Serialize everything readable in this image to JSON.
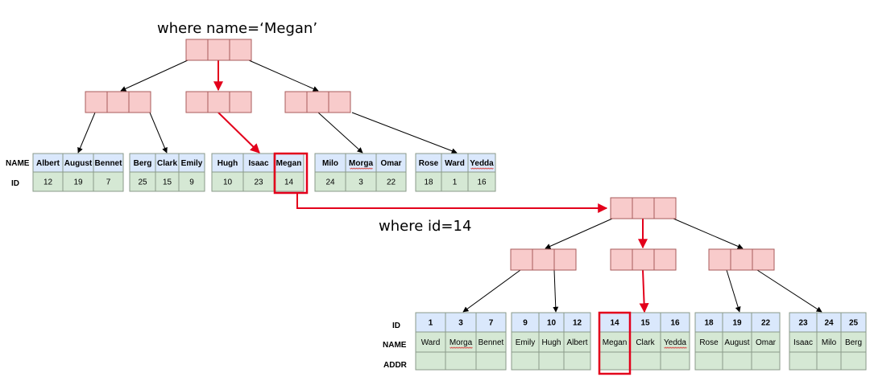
{
  "titles": {
    "query_name": "where name=‘Megan’",
    "query_id": "where id=14"
  },
  "colors": {
    "node_fill": "#f8cbcb",
    "node_stroke": "#a85b5b",
    "header_fill": "#dae8fc",
    "value_fill": "#d5e8d4",
    "cell_stroke": "#8a9a8a",
    "arrow_black": "#000000",
    "arrow_red": "#e3001b",
    "highlight": "#e3001b"
  },
  "index_tree": {
    "row_labels": [
      "NAME",
      "ID"
    ],
    "leaves": [
      {
        "names": [
          "Albert",
          "August",
          "Bennet"
        ],
        "ids": [
          "12",
          "19",
          "7"
        ]
      },
      {
        "names": [
          "Berg",
          "Clark",
          "Emily"
        ],
        "ids": [
          "25",
          "15",
          "9"
        ]
      },
      {
        "names": [
          "Hugh",
          "Isaac",
          "Megan"
        ],
        "ids": [
          "10",
          "23",
          "14"
        ]
      },
      {
        "names": [
          "Milo",
          "Morga",
          "Omar"
        ],
        "ids": [
          "24",
          "3",
          "22"
        ]
      },
      {
        "names": [
          "Rose",
          "Ward",
          "Yedda"
        ],
        "ids": [
          "18",
          "1",
          "16"
        ]
      }
    ],
    "highlight": {
      "leaf": 2,
      "cell": 2
    }
  },
  "primary_tree": {
    "row_labels": [
      "ID",
      "NAME",
      "ADDR"
    ],
    "leaves": [
      {
        "ids": [
          "1",
          "3",
          "7"
        ],
        "names": [
          "Ward",
          "Morga",
          "Bennet"
        ],
        "addrs": [
          "",
          "",
          ""
        ]
      },
      {
        "ids": [
          "9",
          "10",
          "12"
        ],
        "names": [
          "Emily",
          "Hugh",
          "Albert"
        ],
        "addrs": [
          "",
          "",
          ""
        ]
      },
      {
        "ids": [
          "14",
          "15",
          "16"
        ],
        "names": [
          "Megan",
          "Clark",
          "Yedda"
        ],
        "addrs": [
          "",
          "",
          ""
        ]
      },
      {
        "ids": [
          "18",
          "19",
          "22"
        ],
        "names": [
          "Rose",
          "August",
          "Omar"
        ],
        "addrs": [
          "",
          "",
          ""
        ]
      },
      {
        "ids": [
          "23",
          "24",
          "25"
        ],
        "names": [
          "Isaac",
          "Milo",
          "Berg"
        ],
        "addrs": [
          "",
          "",
          ""
        ]
      }
    ],
    "highlight": {
      "leaf": 2,
      "cell": 0
    }
  }
}
